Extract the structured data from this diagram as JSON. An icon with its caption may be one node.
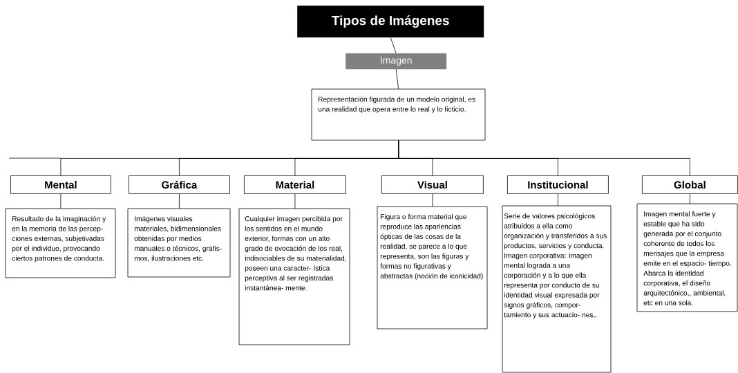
{
  "diagram": {
    "nodes": [
      {
        "text": [
          "Tipos de Imágenes"
        ]
      },
      {
        "text": [
          "Imagen"
        ]
      },
      {
        "text": [
          "Representación figurada de un modelo original, es una realidad que opera entre lo real y lo ficticio."
        ]
      },
      {
        "text": [
          "Mental"
        ]
      },
      {
        "text": [
          "Gráfica"
        ]
      },
      {
        "text": [
          "Material"
        ]
      },
      {
        "text": [
          "Visual"
        ]
      },
      {
        "text": [
          "Institucional"
        ]
      },
      {
        "text": [
          "Global"
        ]
      },
      {
        "text": [
          "Resultado de la imaginación y en la memoria de las percep- ciones externas, subjetivadas por el individuo, provocando ciertos patrones de conducta."
        ]
      },
      {
        "text": [
          "Imágenes visuales materiales, bidimensionales obtenidas por medios manuales o técnicos, grafis- mos, ilustraciones etc."
        ]
      },
      {
        "text": [
          "Cualquier imagen percibida por los sentidos en el mundo exterior, formas con un alto grado de evocación de los real, indisociables de su materialidad, poseen una caracter- ística perceptiva al ser registradas instantánea- mente."
        ]
      },
      {
        "text": [
          "Figura o forma material que reproduce las apariencias ópticas de las cosas de la realidad, se parece a lo que representa, son las figuras y formas no figurativas y abstractas (noción de iconicidad)"
        ]
      },
      {
        "text": [
          "Serie de valores psicológicos atribuidos a ella como organización y transferidos a sus productos, servicios y conducta. Imagen corporativa: imagen mental lograda a una corporación y a lo que ella representa por conducto de su identidad visual expresada por signos gráficos, compor- tamiento y sus actuacio- nes,."
        ]
      },
      {
        "text": [
          "Imagen mental fuerte y estable que ha sido generada por el conjunto coherente de todos los mensajes que la empresa emite en el espacio- tiempo. Abarca la identidad corporativa, el diseño arquitectónico,, ambiental, etc en una sola."
        ]
      }
    ],
    "edges": [
      {
        "from": 0,
        "to": 1,
        "arrow": "none"
      },
      {
        "from": 1,
        "to": 2,
        "arrow": "none"
      },
      {
        "from": 2,
        "to": 3,
        "arrow": "none"
      },
      {
        "from": 2,
        "to": 4,
        "arrow": "none"
      },
      {
        "from": 2,
        "to": 5,
        "arrow": "none"
      },
      {
        "from": 2,
        "to": 6,
        "arrow": "none"
      },
      {
        "from": 2,
        "to": 7,
        "arrow": "none"
      },
      {
        "from": 2,
        "to": 8,
        "arrow": "none"
      },
      {
        "from": 3,
        "to": 9,
        "arrow": "none"
      },
      {
        "from": 4,
        "to": 10,
        "arrow": "none"
      },
      {
        "from": 5,
        "to": 11,
        "arrow": "none"
      },
      {
        "from": 6,
        "to": 12,
        "arrow": "none"
      },
      {
        "from": 7,
        "to": 13,
        "arrow": "none"
      },
      {
        "from": 8,
        "to": 14,
        "arrow": "none"
      }
    ]
  }
}
